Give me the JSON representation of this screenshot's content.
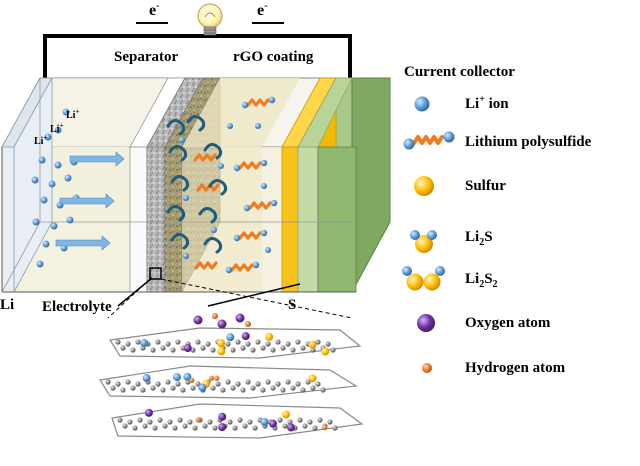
{
  "labels": {
    "electron_left": "e",
    "electron_right": "e",
    "electron_charge": "-",
    "separator": "Separator",
    "rgo_coating": "rGO coating",
    "current_collector": "Current collector",
    "li_electrode": "Li",
    "electrolyte": "Electrolyte",
    "sulfur_electrode": "S",
    "ion_tag": "Li",
    "ion_tag_charge": "+"
  },
  "legend": [
    {
      "icon": "li-ion-icon",
      "text": "Li",
      "sup": "+",
      "rest": " ion"
    },
    {
      "icon": "polysulfide-icon",
      "text": "Lithium polysulfide"
    },
    {
      "icon": "sulfur-icon",
      "text": "Sulfur"
    },
    {
      "icon": "li2s-icon",
      "text": "Li",
      "sub": "2",
      "rest": "S"
    },
    {
      "icon": "li2s2-icon",
      "text": "Li",
      "sub": "2",
      "rest": "S",
      "sub2": "2"
    },
    {
      "icon": "oxygen-atom-icon",
      "text": "Oxygen atom"
    },
    {
      "icon": "hydrogen-atom-icon",
      "text": "Hydrogen atom"
    }
  ],
  "colors": {
    "li_ion": "#5b9bd5",
    "polysulfide": "#f07c1e",
    "sulfur": "#ffc000",
    "oxygen": "#7030a0",
    "hydrogen": "#ed7d31",
    "carbon": "#8c8c8c",
    "collector": "#8db36b",
    "sulfur_layer": "#f5b800",
    "electrolyte": "#f0ecd8",
    "separator": "#a8a8a8",
    "rgo_coating": "#b1a679",
    "blue_chain": "#1f5b7a"
  }
}
